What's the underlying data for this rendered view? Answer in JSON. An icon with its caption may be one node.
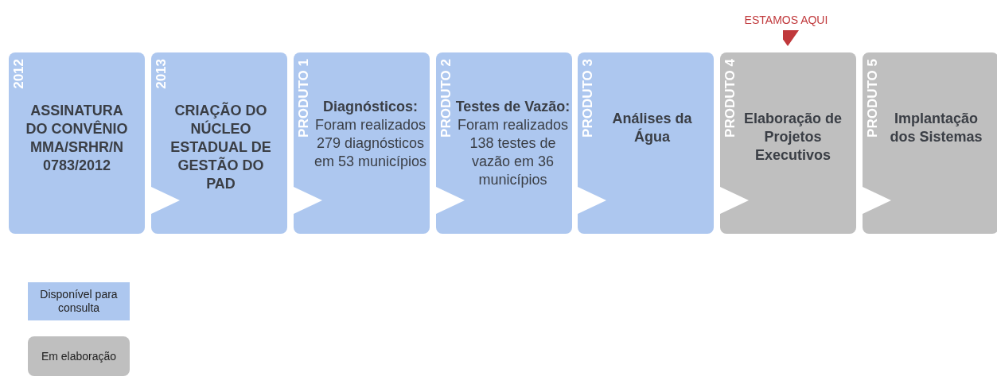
{
  "diagram": {
    "nodes": [
      {
        "text": [
          "ESTAMOS AQUI"
        ]
      },
      {
        "text": [
          "2012",
          "ASSINATURA DO CONVÊNIO MMA/SRHR/N 0783/2012"
        ]
      },
      {
        "text": [
          "2013",
          "CRIAÇÃO DO NÚCLEO ESTADUAL DE GESTÃO DO PAD"
        ]
      },
      {
        "text": [
          "PRODUTO 1",
          "**Diagnósticos:** Foram realizados 279 diagnósticos em 53 municípios"
        ]
      },
      {
        "text": [
          "PRODUTO 2",
          "**Testes de Vazão:** Foram realizados 138 testes de vazão em 36 municípios"
        ]
      },
      {
        "text": [
          "PRODUTO 3",
          "Análises da Água"
        ]
      },
      {
        "text": [
          "PRODUTO 4",
          "Elaboração de Projetos Executivos"
        ]
      },
      {
        "text": [
          "PRODUTO 5",
          "Implantação dos Sistemas"
        ]
      }
    ],
    "edges": [
      {
        "from": 0,
        "to": 6,
        "arrow": "to",
        "color": "#c0383b"
      },
      {
        "from": 1,
        "to": 2,
        "arrow": "to"
      },
      {
        "from": 2,
        "to": 3,
        "arrow": "to"
      },
      {
        "from": 3,
        "to": 4,
        "arrow": "to"
      },
      {
        "from": 4,
        "to": 5,
        "arrow": "to"
      },
      {
        "from": 5,
        "to": 6,
        "arrow": "to"
      },
      {
        "from": 6,
        "to": 7,
        "arrow": "to"
      }
    ],
    "legend": [
      {
        "text": "Disponível para consulta",
        "color": "#adc7ef"
      },
      {
        "text": "Em elaboração",
        "color": "#bfbfbf"
      }
    ]
  }
}
